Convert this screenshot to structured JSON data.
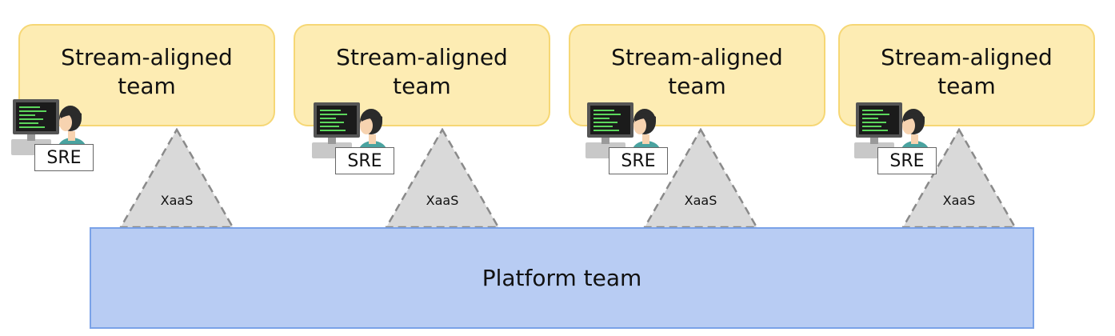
{
  "stream_teams": [
    {
      "label": "Stream-aligned\nteam"
    },
    {
      "label": "Stream-aligned\nteam"
    },
    {
      "label": "Stream-aligned\nteam"
    },
    {
      "label": "Stream-aligned\nteam"
    }
  ],
  "xaas": [
    {
      "label": "XaaS"
    },
    {
      "label": "XaaS"
    },
    {
      "label": "XaaS"
    },
    {
      "label": "XaaS"
    }
  ],
  "sre": [
    {
      "label": "SRE"
    },
    {
      "label": "SRE"
    },
    {
      "label": "SRE"
    },
    {
      "label": "SRE"
    }
  ],
  "platform": {
    "label": "Platform team"
  },
  "colors": {
    "stream_fill": "#fdecb3",
    "stream_border": "#f6d775",
    "platform_fill": "#b8ccf3",
    "platform_border": "#7aa2e8",
    "xaas_fill": "#d9d9d9",
    "xaas_border": "#8a8a8a"
  }
}
